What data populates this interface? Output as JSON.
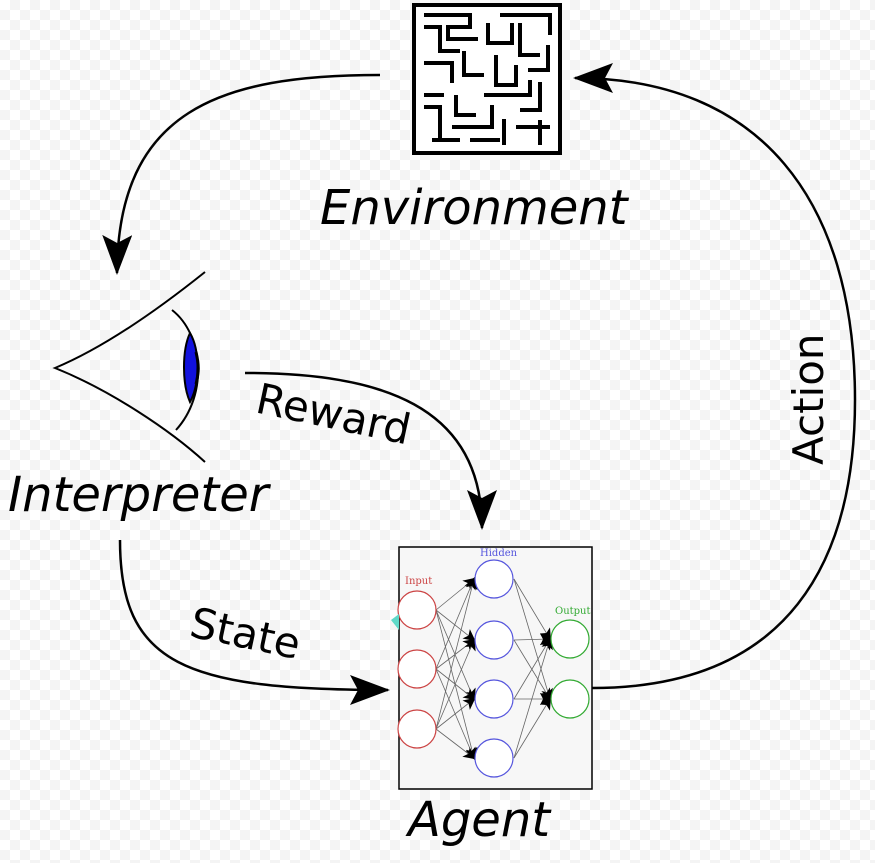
{
  "nodes": {
    "environment": "Environment",
    "interpreter": "Interpreter",
    "agent": "Agent"
  },
  "edges": {
    "action": "Action",
    "reward": "Reward",
    "state": "State"
  },
  "network": {
    "input_label": "Input",
    "hidden_label": "Hidden",
    "output_label": "Output",
    "input_color": "#cc4444",
    "hidden_color": "#5555dd",
    "output_color": "#33aa33"
  },
  "colors": {
    "eye_iris": "#1111dd",
    "stroke": "#000000"
  }
}
